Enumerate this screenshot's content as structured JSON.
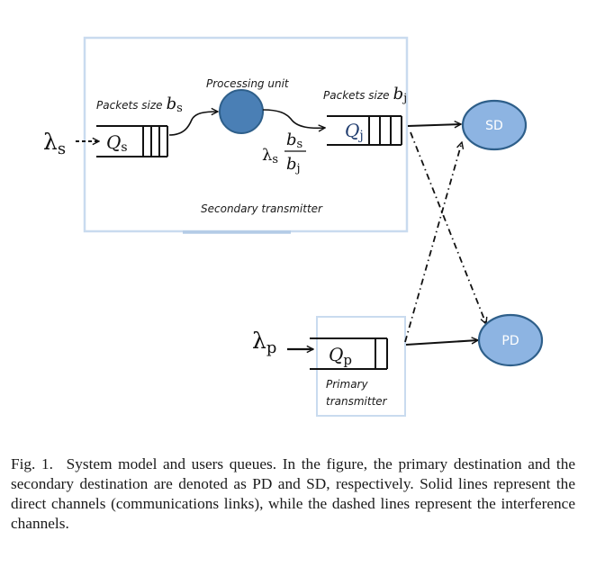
{
  "diagram": {
    "secondary_transmitter": {
      "label": "Secondary transmitter",
      "arrival_rate": {
        "symbol": "λ",
        "subscript": "s"
      },
      "input_queue": {
        "name": {
          "symbol": "Q",
          "subscript": "s"
        },
        "packet_size_label": "Packets size",
        "packet_size_symbol": {
          "symbol": "b",
          "subscript": "s"
        }
      },
      "processing_unit_label": "Processing unit",
      "output_rate": {
        "prefix": {
          "symbol": "λ",
          "subscript": "s"
        },
        "numerator": {
          "symbol": "b",
          "subscript": "s"
        },
        "denominator": {
          "symbol": "b",
          "subscript": "j"
        }
      },
      "output_queue": {
        "name": {
          "symbol": "Q",
          "subscript": "j"
        },
        "packet_size_label": "Packets size",
        "packet_size_symbol": {
          "symbol": "b",
          "subscript": "j"
        }
      }
    },
    "primary_transmitter": {
      "label_line1": "Primary",
      "label_line2": "transmitter",
      "arrival_rate": {
        "symbol": "λ",
        "subscript": "p"
      },
      "queue": {
        "symbol": "Q",
        "subscript": "p"
      }
    },
    "destinations": {
      "secondary": "SD",
      "primary": "PD"
    },
    "links": [
      {
        "from": "Qj",
        "to": "SD",
        "type": "direct"
      },
      {
        "from": "Qp",
        "to": "PD",
        "type": "direct"
      },
      {
        "from": "Qj",
        "to": "PD",
        "type": "interference"
      },
      {
        "from": "Qp",
        "to": "SD",
        "type": "interference"
      }
    ],
    "colors": {
      "node_fill": "#8db4e2",
      "node_stroke": "#2e5f8a",
      "processing_fill": "#4a7fb5",
      "frame": "#b8cfe8"
    }
  },
  "caption": {
    "label": "Fig. 1.",
    "text": "System model and users queues. In the figure, the primary destination and the secondary destination are denoted as PD and SD, respectively. Solid lines represent the direct channels (communications links), while the dashed lines represent the interference channels."
  }
}
